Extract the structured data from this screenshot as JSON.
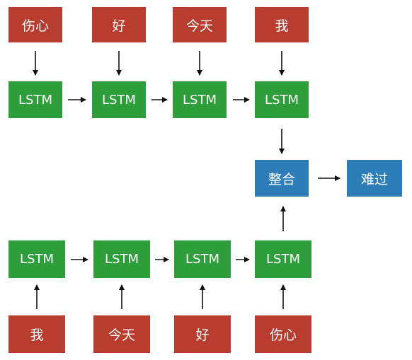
{
  "top_row": {
    "words": [
      "伤心",
      "好",
      "今天",
      "我"
    ],
    "lstm": [
      "LSTM",
      "LSTM",
      "LSTM",
      "LSTM"
    ]
  },
  "bottom_row": {
    "lstm": [
      "LSTM",
      "LSTM",
      "LSTM",
      "LSTM"
    ],
    "words": [
      "我",
      "今天",
      "好",
      "伤心"
    ]
  },
  "merge": {
    "label": "整合"
  },
  "output": {
    "label": "难过"
  },
  "colors": {
    "word_box": "#b83d2e",
    "lstm_box": "#2e9e3a",
    "merge_box": "#2c7db8",
    "arrow": "#111111"
  }
}
